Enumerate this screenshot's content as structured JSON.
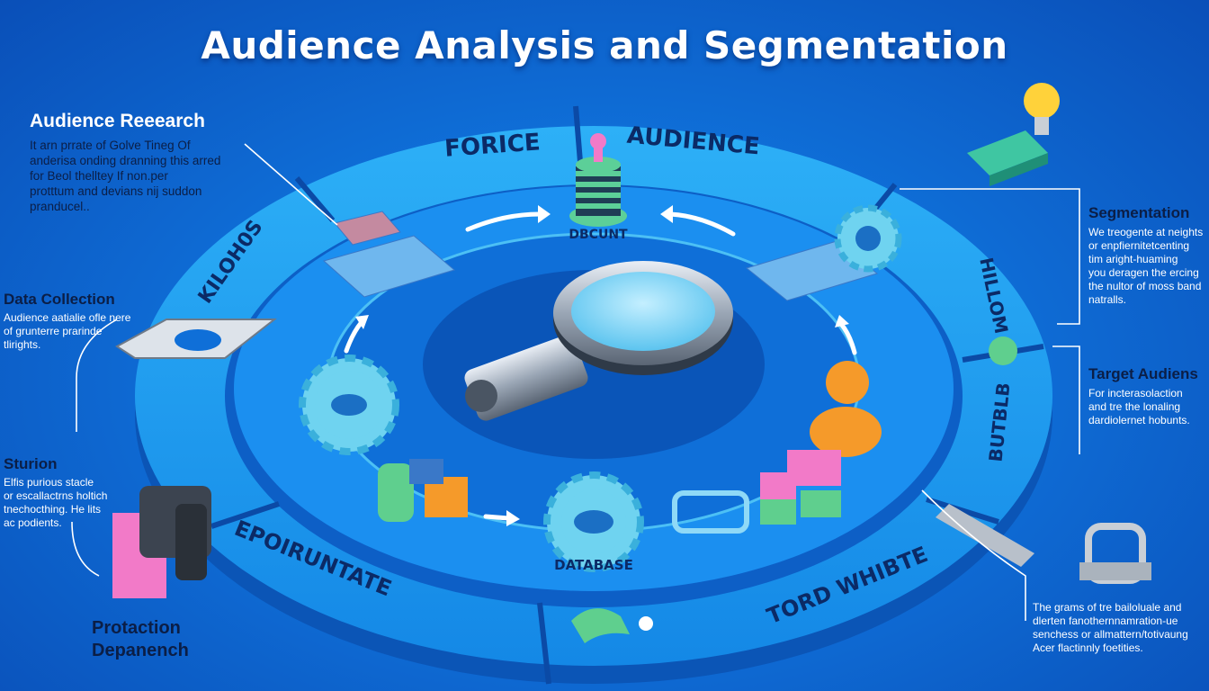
{
  "title": "Audience Analysis and Segmentation",
  "ring_labels": {
    "top_left": "FORICE",
    "top_right": "AUDIENCE",
    "left_upper": "KILOH0S",
    "right_upper": "HILLOM",
    "right_lower": "BUTBLB",
    "bottom_left": "EPOIRUNTATE",
    "bottom_right": "TORD WHIBTE",
    "center_stack": "DBCUNT",
    "center_gear": "DATABASE"
  },
  "left_panels": {
    "audience_research": {
      "heading": "Audience Reeearch",
      "lines": [
        "It arn prrate of Golve Tineg Of",
        "anderisa onding dranning this arred",
        "for Beol thelltey If non.per",
        "protttum and devians nij suddon",
        "pranducel.."
      ]
    },
    "data_collection": {
      "heading": "Data Collection",
      "lines": [
        "Audience aatialie ofle nere",
        "of grunterre prarinde",
        "tlirights."
      ]
    },
    "sturion": {
      "heading": "Sturion",
      "lines": [
        "Elfis purious stacle",
        "or escallactrns holtich",
        "tnechocthing. He lits",
        "ac podients."
      ]
    },
    "protection": {
      "heading_line1": "Protaction",
      "heading_line2": "Depanench"
    }
  },
  "right_panels": {
    "segmentation": {
      "heading": "Segmentation",
      "lines": [
        "We treogente at neights",
        "or enpfiernitetcenting",
        "tim aright-huaming",
        "you deragen the ercing",
        "the nultor of moss band",
        "natralls."
      ]
    },
    "target_audiences": {
      "heading": "Target Audiens",
      "lines": [
        "For incterasolaction",
        "and tre the lonaling",
        "dardiolernet hobunts."
      ]
    },
    "bottom_note": {
      "lines": [
        "The grams of tre bailoluale and",
        "dlerten fanothernnamration-ue",
        "senchess or allmattern/totivaung",
        "Acer flactinnly foetities."
      ]
    }
  },
  "colors": {
    "background": "#0f6fd8",
    "ring": "#1da1f2",
    "ring_dark": "#0e5fc4",
    "gear": "#6fd3f0",
    "lens": "#8fd9f7",
    "accent_pink": "#f27ac8",
    "accent_orange": "#f59a2a",
    "accent_green": "#5fcf8e",
    "bulb": "#ffd23a"
  }
}
